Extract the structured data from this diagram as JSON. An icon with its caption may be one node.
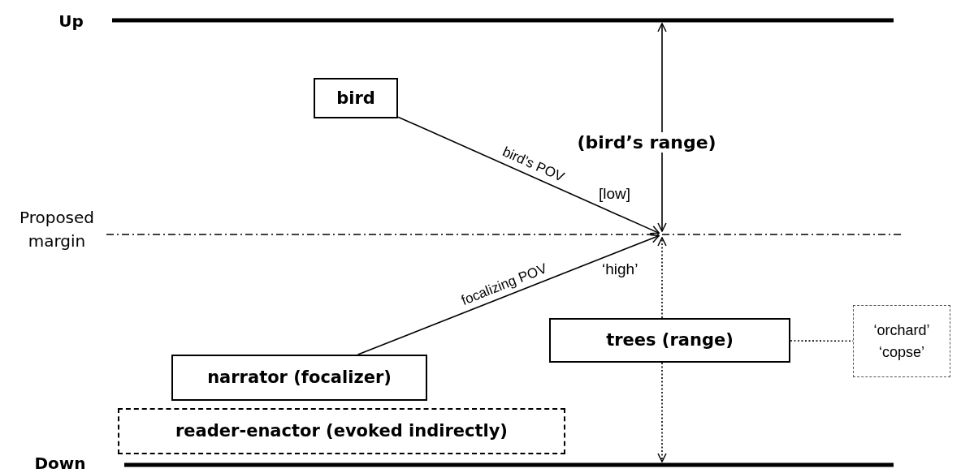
{
  "diagram": {
    "nodes": [
      {
        "text": [
          "Up"
        ]
      },
      {
        "text": [
          "Proposed margin"
        ]
      },
      {
        "text": [
          "Down"
        ]
      },
      {
        "text": [
          "bird"
        ]
      },
      {
        "text": [
          "narrator (focalizer)"
        ]
      },
      {
        "text": [
          "reader-enactor (evoked indirectly)"
        ]
      },
      {
        "text": [
          "trees (range)"
        ]
      },
      {
        "text": [
          "‘orchard’",
          "‘copse’"
        ]
      }
    ],
    "edges": [
      {
        "from": 3,
        "to": 1,
        "arrow": "to",
        "label": "bird’s POV"
      },
      {
        "from": 4,
        "to": 1,
        "arrow": "to",
        "label": "focalizing POV"
      },
      {
        "from": 0,
        "to": 1,
        "arrow": "both",
        "label": "(bird’s range)"
      },
      {
        "from": 6,
        "to": 1,
        "arrow": "to",
        "style": "dashed"
      },
      {
        "from": 6,
        "to": 2,
        "arrow": "to",
        "style": "dashed"
      },
      {
        "from": 6,
        "to": 7,
        "arrow": "none",
        "style": "dashed"
      }
    ],
    "labels": [
      "[low]",
      "‘high’"
    ]
  }
}
